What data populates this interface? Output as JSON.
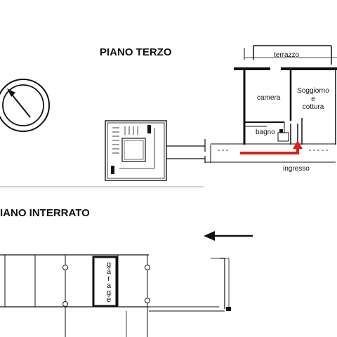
{
  "upper_floor": {
    "title": "PIANO TERZO",
    "rooms": {
      "terrace": "terrazzo",
      "bedroom": "camera",
      "living_line1": "Soggiorno",
      "living_line2": "e",
      "living_line3": "cottura",
      "bathroom": "bagno",
      "entrance": "ingresso"
    }
  },
  "basement": {
    "title": "IANO INTERRATO",
    "garage_label": [
      "g",
      "a",
      "r",
      "a",
      "g",
      "e"
    ]
  },
  "markers": {
    "entry_arrow_color": "#dd1f16",
    "compass_icon": "compass-icon",
    "direction_arrow_icon": "left-arrow-icon"
  }
}
